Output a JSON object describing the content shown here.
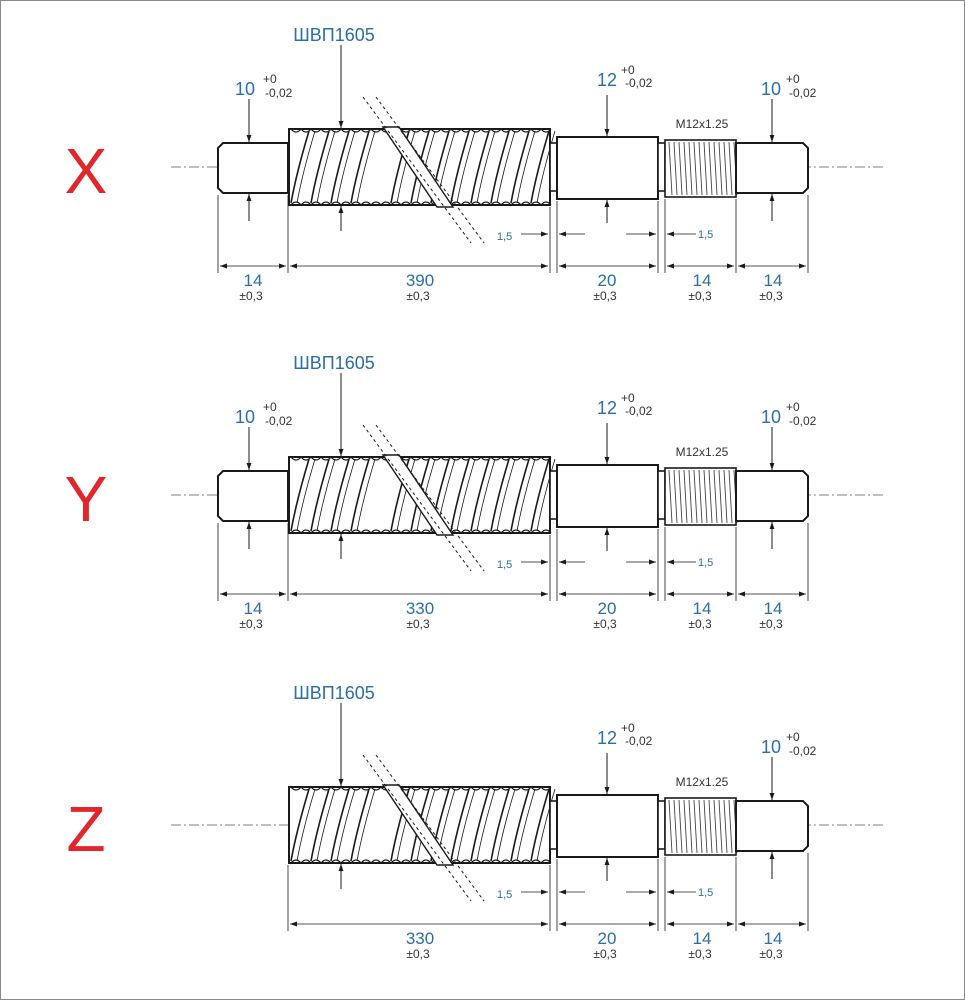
{
  "drawings": [
    {
      "axis": "X",
      "part": "ШВП1605",
      "thread": "M12x1.25",
      "chamfer_left": "1,5",
      "chamfer_right": "1,5",
      "d_left": "10",
      "d_left_tol_upper": "+0",
      "d_left_tol_lower": "-0,02",
      "d_mid": "12",
      "d_mid_tol_upper": "+0",
      "d_mid_tol_lower": "-0,02",
      "d_right": "10",
      "d_right_tol_upper": "+0",
      "d_right_tol_lower": "-0,02",
      "lengths": [
        {
          "value": "14",
          "tol": "±0,3"
        },
        {
          "value": "390",
          "tol": "±0,3"
        },
        {
          "value": "20",
          "tol": "±0,3"
        },
        {
          "value": "14",
          "tol": "±0,3"
        },
        {
          "value": "14",
          "tol": "±0,3"
        }
      ]
    },
    {
      "axis": "Y",
      "part": "ШВП1605",
      "thread": "M12x1.25",
      "chamfer_left": "1,5",
      "chamfer_right": "1,5",
      "d_left": "10",
      "d_left_tol_upper": "+0",
      "d_left_tol_lower": "-0,02",
      "d_mid": "12",
      "d_mid_tol_upper": "+0",
      "d_mid_tol_lower": "-0,02",
      "d_right": "10",
      "d_right_tol_upper": "+0",
      "d_right_tol_lower": "-0,02",
      "lengths": [
        {
          "value": "14",
          "tol": "±0,3"
        },
        {
          "value": "330",
          "tol": "±0,3"
        },
        {
          "value": "20",
          "tol": "±0,3"
        },
        {
          "value": "14",
          "tol": "±0,3"
        },
        {
          "value": "14",
          "tol": "±0,3"
        }
      ]
    },
    {
      "axis": "Z",
      "part": "ШВП1605",
      "thread": "M12x1.25",
      "chamfer_left": "1,5",
      "chamfer_right": "1,5",
      "d_mid": "12",
      "d_mid_tol_upper": "+0",
      "d_mid_tol_lower": "-0,02",
      "d_right": "10",
      "d_right_tol_upper": "+0",
      "d_right_tol_lower": "-0,02",
      "lengths": [
        {
          "value": "330",
          "tol": "±0,3"
        },
        {
          "value": "20",
          "tol": "±0,3"
        },
        {
          "value": "14",
          "tol": "±0,3"
        },
        {
          "value": "14",
          "tol": "±0,3"
        }
      ]
    }
  ],
  "colors": {
    "axis_label": "#e3262b",
    "dimension_text": "#2a6fa8",
    "outline": "#1a1a1a",
    "fill": "#ffffff"
  }
}
